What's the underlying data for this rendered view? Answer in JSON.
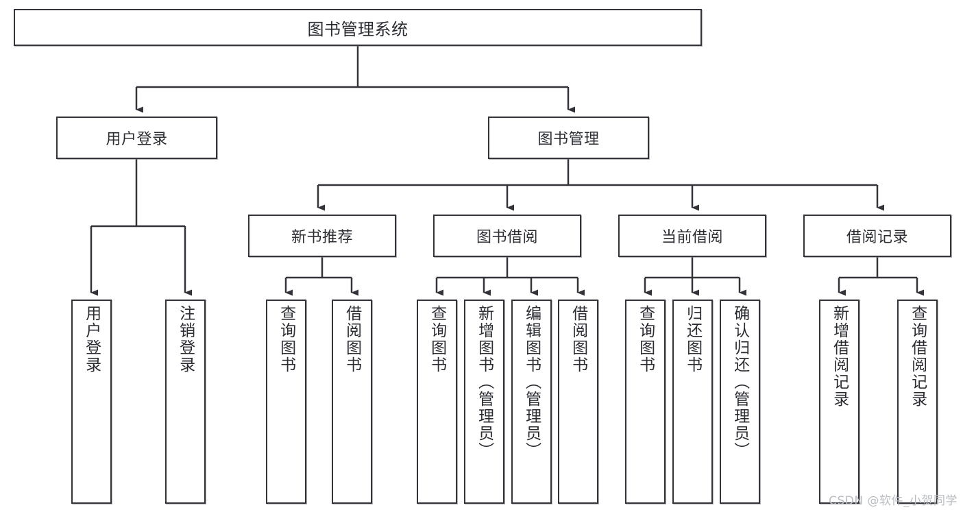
{
  "diagram": {
    "title": "图书管理系统",
    "watermark": "CSDN @软件_小贺同学",
    "line_color": "#32343a",
    "box_border_color": "#32343a",
    "box_fill_color": "#ffffff",
    "text_color": "#2b2d33",
    "watermark_color": "#b9bcc2"
  },
  "nodes": {
    "root": {
      "label": "图书管理系统"
    },
    "level2": [
      {
        "label": "用户登录"
      },
      {
        "label": "图书管理"
      }
    ],
    "level3": [
      {
        "label": "新书推荐"
      },
      {
        "label": "图书借阅"
      },
      {
        "label": "当前借阅"
      },
      {
        "label": "借阅记录"
      }
    ],
    "leaves": {
      "user_login": [
        {
          "label": "用户登录"
        },
        {
          "label": "注销登录"
        }
      ],
      "new_book_recommend": [
        {
          "label": "查询图书"
        },
        {
          "label": "借阅图书"
        }
      ],
      "book_borrow": [
        {
          "label": "查询图书"
        },
        {
          "label": "新增图书（管理员）"
        },
        {
          "label": "编辑图书（管理员）"
        },
        {
          "label": "借阅图书"
        }
      ],
      "current_borrow": [
        {
          "label": "查询图书"
        },
        {
          "label": "归还图书"
        },
        {
          "label": "确认归还（管理员）"
        }
      ],
      "borrow_record": [
        {
          "label": "新增借阅记录"
        },
        {
          "label": "查询借阅记录"
        }
      ]
    }
  }
}
